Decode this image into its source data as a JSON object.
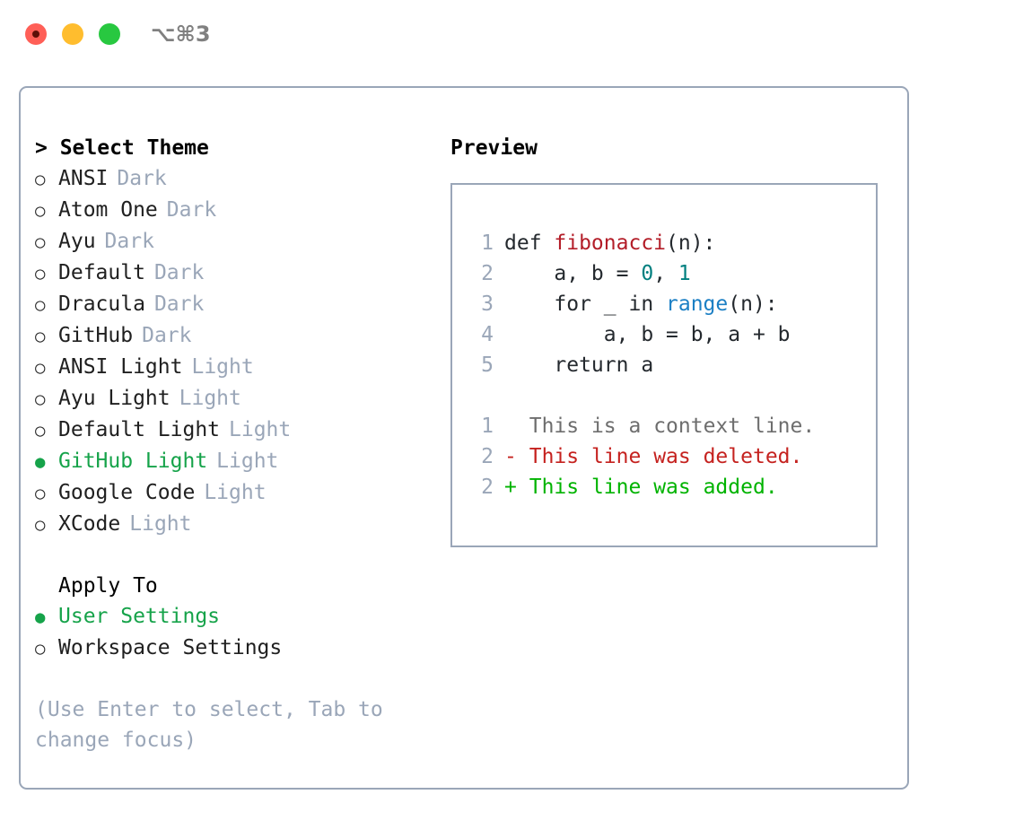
{
  "titlebar": {
    "shortcut": "⌥⌘3",
    "lights": [
      "close-red",
      "minimize-yellow",
      "maximize-green"
    ]
  },
  "theme_picker": {
    "heading": "> Select Theme",
    "items": [
      {
        "bullet": "○",
        "label": "ANSI",
        "tag": "Dark",
        "selected": false
      },
      {
        "bullet": "○",
        "label": "Atom One",
        "tag": "Dark",
        "selected": false
      },
      {
        "bullet": "○",
        "label": "Ayu",
        "tag": "Dark",
        "selected": false
      },
      {
        "bullet": "○",
        "label": "Default",
        "tag": "Dark",
        "selected": false
      },
      {
        "bullet": "○",
        "label": "Dracula",
        "tag": "Dark",
        "selected": false
      },
      {
        "bullet": "○",
        "label": "GitHub",
        "tag": "Dark",
        "selected": false
      },
      {
        "bullet": "○",
        "label": "ANSI Light",
        "tag": "Light",
        "selected": false
      },
      {
        "bullet": "○",
        "label": "Ayu Light",
        "tag": "Light",
        "selected": false
      },
      {
        "bullet": "○",
        "label": "Default Light",
        "tag": "Light",
        "selected": false
      },
      {
        "bullet": "●",
        "label": "GitHub Light",
        "tag": "Light",
        "selected": true
      },
      {
        "bullet": "○",
        "label": "Google Code",
        "tag": "Light",
        "selected": false
      },
      {
        "bullet": "○",
        "label": "XCode",
        "tag": "Light",
        "selected": false
      }
    ]
  },
  "apply_to": {
    "heading": "Apply To",
    "items": [
      {
        "bullet": "●",
        "label": "User Settings",
        "selected": true
      },
      {
        "bullet": "○",
        "label": "Workspace Settings",
        "selected": false
      }
    ]
  },
  "hint": "(Use Enter to select, Tab to change focus)",
  "preview": {
    "heading": "Preview",
    "code_lines": [
      {
        "num": "1",
        "segments": [
          {
            "text": "def ",
            "kind": "plain"
          },
          {
            "text": "fibonacci",
            "kind": "fn"
          },
          {
            "text": "(n):",
            "kind": "plain"
          }
        ]
      },
      {
        "num": "2",
        "segments": [
          {
            "text": "    a, b = ",
            "kind": "plain"
          },
          {
            "text": "0",
            "kind": "num"
          },
          {
            "text": ", ",
            "kind": "plain"
          },
          {
            "text": "1",
            "kind": "num"
          }
        ]
      },
      {
        "num": "3",
        "segments": [
          {
            "text": "    for _ in ",
            "kind": "plain"
          },
          {
            "text": "range",
            "kind": "call"
          },
          {
            "text": "(n):",
            "kind": "plain"
          }
        ]
      },
      {
        "num": "4",
        "segments": [
          {
            "text": "        a, b = b, a + b",
            "kind": "plain"
          }
        ]
      },
      {
        "num": "5",
        "segments": [
          {
            "text": "    return a",
            "kind": "plain"
          }
        ]
      }
    ],
    "diff_lines": [
      {
        "num": "1",
        "marker": " ",
        "text": "This is a context line.",
        "kind": "ctx"
      },
      {
        "num": "2",
        "marker": "-",
        "text": "This line was deleted.",
        "kind": "del"
      },
      {
        "num": "2",
        "marker": "+",
        "text": "This line was added.",
        "kind": "add"
      }
    ]
  },
  "colors": {
    "selected_green": "#16a34a",
    "muted": "#9aa6b8",
    "border": "#9aa6b8",
    "diff_add": "#00b300",
    "diff_del": "#c5221f",
    "token_fn": "#b31d28",
    "token_num": "#007f7f",
    "token_call": "#1b7fc4"
  }
}
